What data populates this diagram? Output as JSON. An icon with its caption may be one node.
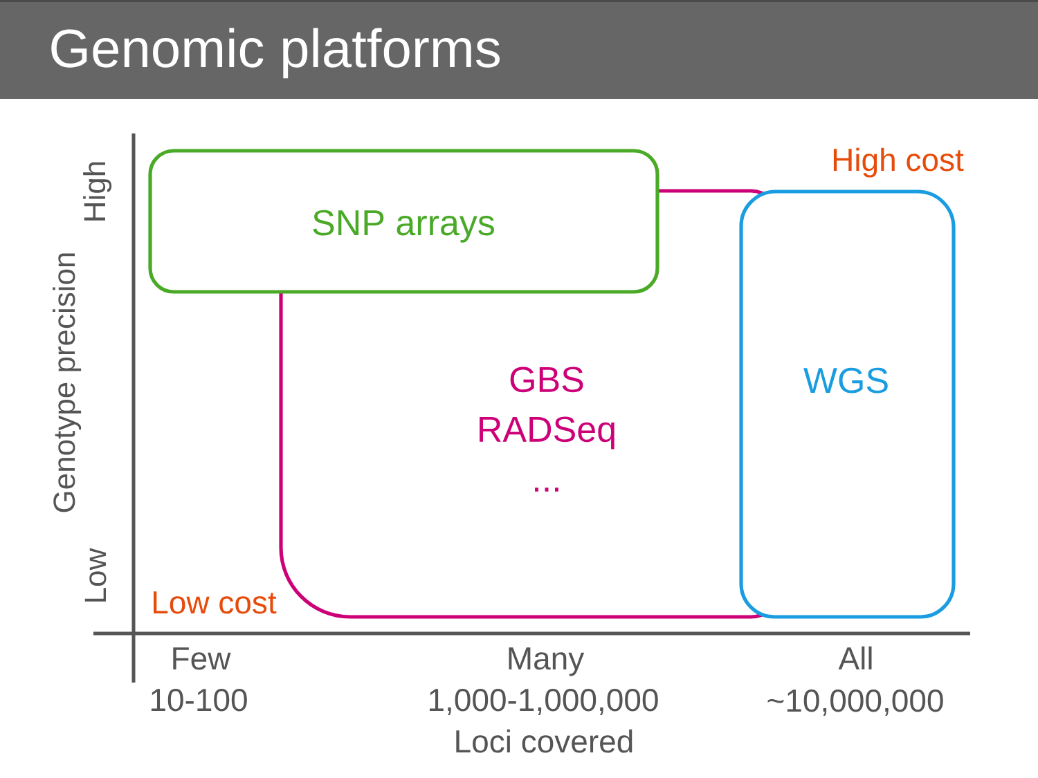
{
  "diagram": {
    "title": "Genomic platforms",
    "nodes": [
      {
        "text": [
          "SNP arrays"
        ]
      },
      {
        "text": [
          "GBS",
          "RADSeq",
          "..."
        ]
      },
      {
        "text": [
          "WGS"
        ]
      }
    ],
    "labels": [
      "High cost",
      "High",
      "Genotype precision",
      "Low",
      "Low cost",
      "Few",
      "Many",
      "All",
      "10-100",
      "1,000-1,000,000",
      "~10,000,000",
      "Loci covered"
    ]
  }
}
